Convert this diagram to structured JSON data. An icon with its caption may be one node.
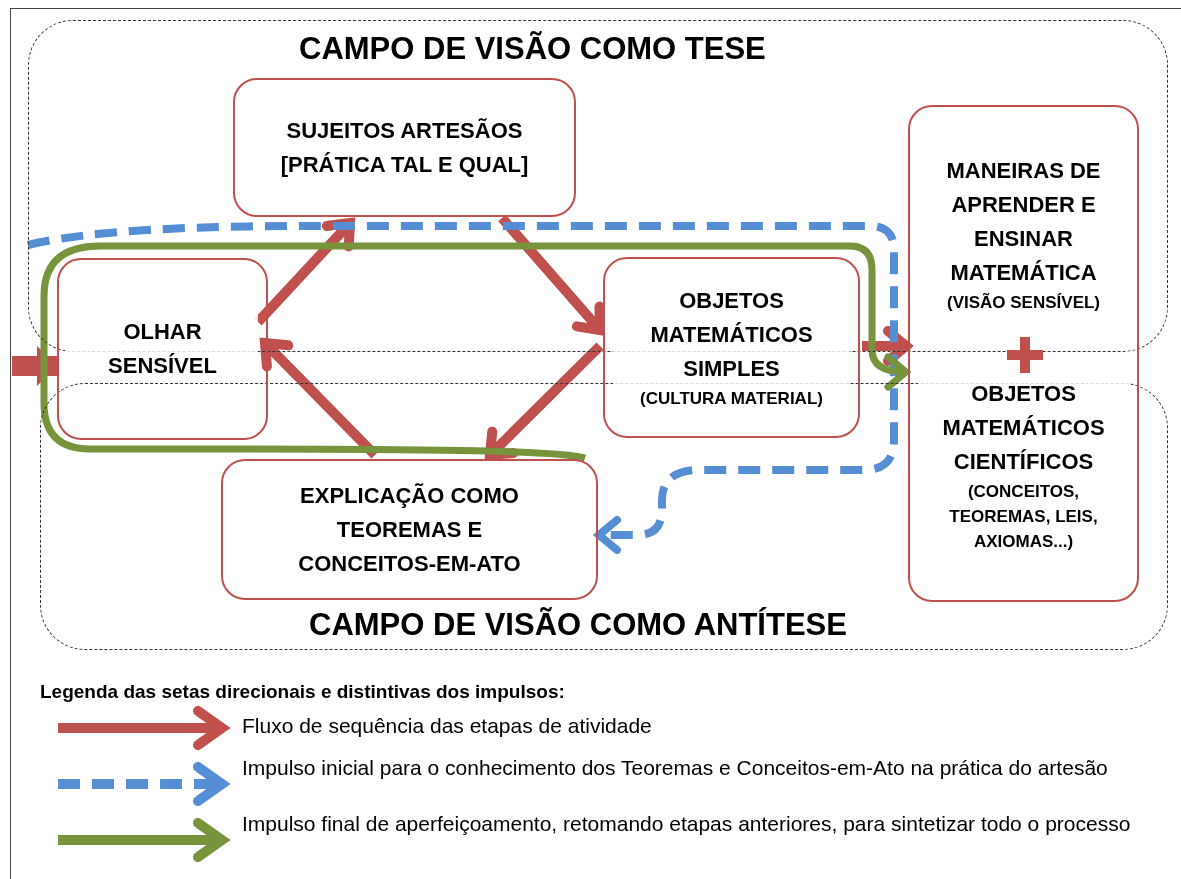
{
  "diagram": {
    "nodes": [
      {
        "text": [
          "CAMPO DE VISÃO COMO TESE"
        ]
      },
      {
        "text": [
          "CAMPO DE VISÃO COMO ANTÍTESE"
        ]
      },
      {
        "text": [
          "SUJEITOS ARTESÃOS [PRÁTICA TAL E QUAL]"
        ],
        "in": 0
      },
      {
        "text": [
          "OLHAR SENSÍVEL"
        ]
      },
      {
        "text": [
          "OBJETOS MATEMÁTICOS SIMPLES",
          "(CULTURA MATERIAL)"
        ]
      },
      {
        "text": [
          "EXPLICAÇÃO COMO TEOREMAS E CONCEITOS-EM-ATO"
        ],
        "in": 1
      },
      {
        "text": [
          "MANEIRAS DE APRENDER E ENSINAR MATEMÁTICA",
          "(VISÃO SENSÍVEL)",
          "OBJETOS MATEMÁTICOS CIENTÍFICOS",
          "(CONCEITOS, TEOREMAS, LEIS, AXIOMAS...)"
        ]
      }
    ],
    "edges": [
      {
        "from": null,
        "to": 3,
        "arrow": "to",
        "style": "thick"
      },
      {
        "from": 3,
        "to": 2,
        "arrow": "to"
      },
      {
        "from": 2,
        "to": 4,
        "arrow": "to"
      },
      {
        "from": 4,
        "to": 5,
        "arrow": "to"
      },
      {
        "from": 5,
        "to": 3,
        "arrow": "to"
      },
      {
        "from": 4,
        "to": 6,
        "arrow": "to"
      },
      {
        "from": 0,
        "to": 5,
        "arrow": "to",
        "style": "dashed",
        "color": "#558ed5"
      },
      {
        "from": 5,
        "to": 6,
        "arrow": "to",
        "color": "#77933c"
      }
    ],
    "labels": [
      "Legenda das setas direcionais e distintivas dos impulsos:"
    ],
    "legend": [
      {
        "text": "Fluxo de sequência das etapas de atividade"
      },
      {
        "text": "Impulso inicial para o conhecimento dos Teoremas e Conceitos-em-Ato na prática do artesão"
      },
      {
        "text": "Impulso final de aperfeiçoamento, retomando etapas anteriores, para sintetizar todo o processo"
      }
    ]
  }
}
